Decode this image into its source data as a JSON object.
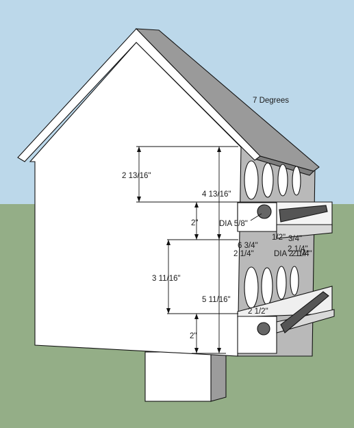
{
  "colors": {
    "sky": "#bcd8ea",
    "ground": "#94ae87",
    "wall": "#ffffff",
    "roof": "#9a9a9a",
    "side": "#b9b9b9",
    "hole": "#ffffff",
    "perch": "#555555"
  },
  "labels": {
    "roof_angle": "7  Degrees",
    "upper_box_height": "2 13/16\"",
    "upper_floor_height": "4 13/16\"",
    "upper_gap": "2\"",
    "perch_hole_dia": "DIA 5/8\"",
    "half_inch": "1/2\"",
    "upper_partial_3_4": "3/4\"",
    "six_three_quarter": "6 3/4\"",
    "two_quarter_left": "2 1/4\"",
    "two_quarter_mid": "2 1/4\"",
    "two_quarter_right": "2 1/4\"",
    "dia_right": "DIA 2 1/4\"",
    "lower_box_height": "3 11/16\"",
    "lower_floor_height": "5 11/16\"",
    "two_half": "2 1/2\"",
    "bottom_gap": "2\""
  }
}
